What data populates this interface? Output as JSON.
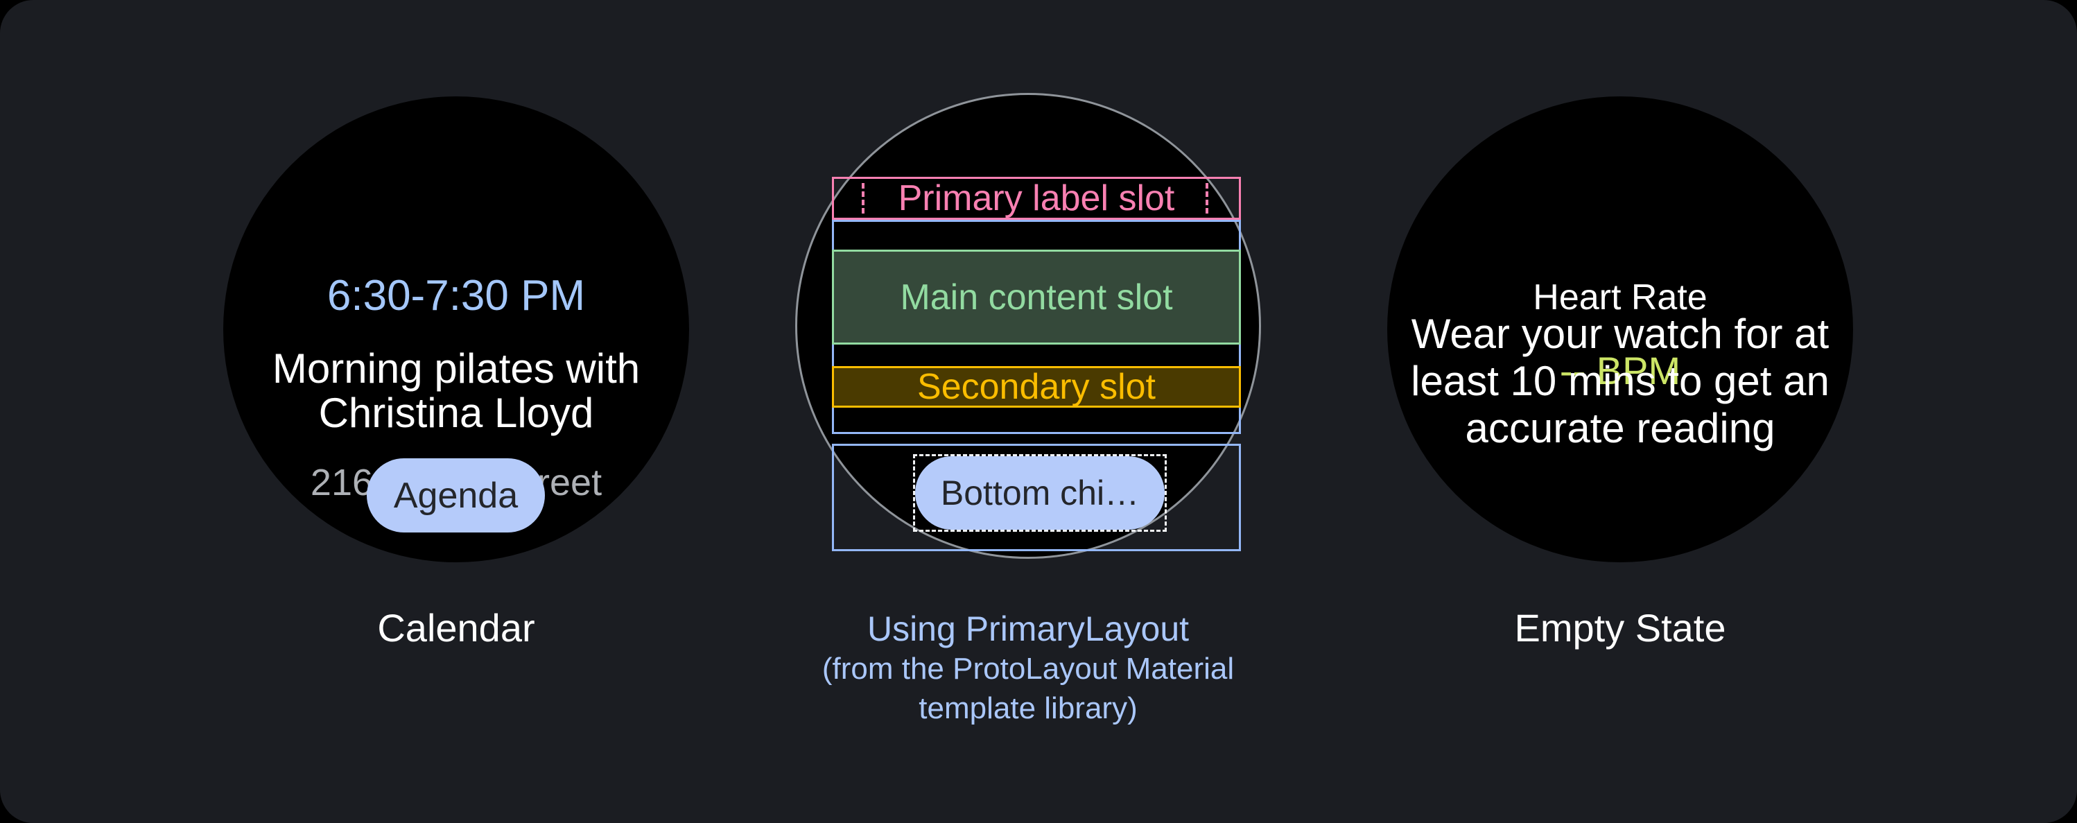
{
  "colors": {
    "canvas": "#000000",
    "panel": "#1B1D22",
    "watch_face": "#000000",
    "outline_gray": "#8F949A",
    "time_blue": "#A4C7FA",
    "chip_fill": "#B5CBFA",
    "chip_text": "#24262B",
    "muted_gray": "#AEB1B6",
    "lime": "#CCE566",
    "pink": "#F980B2",
    "green": "#92DBA1",
    "green_fill": "#35493A",
    "amber": "#FBBD00",
    "amber_fill": "#4A3A00",
    "slot_blue": "#94B7F7",
    "caption_blue": "#AAC7FA",
    "white": "#FFFFFF",
    "dash_white": "#F0F2F4"
  },
  "calendar_watch": {
    "time": "6:30-7:30 PM",
    "title_line1": "Morning pilates with",
    "title_line2": "Christina Lloyd",
    "location": "216 Market street",
    "chip": "Agenda",
    "caption": "Calendar"
  },
  "layout_diagram": {
    "primary_slot": "Primary label slot",
    "main_slot": "Main content slot",
    "secondary_slot": "Secondary slot",
    "bottom_chip": "Bottom chi…",
    "caption": "Using PrimaryLayout",
    "subcaption_line1": "(from the ProtoLayout Material",
    "subcaption_line2": "template library)"
  },
  "heart_rate_watch": {
    "title": "Heart Rate",
    "value": "-- BPM",
    "body_line1": "Wear your watch for at",
    "body_line2": "least 10 mins to get an",
    "body_line3": "accurate reading",
    "caption": "Empty State"
  }
}
